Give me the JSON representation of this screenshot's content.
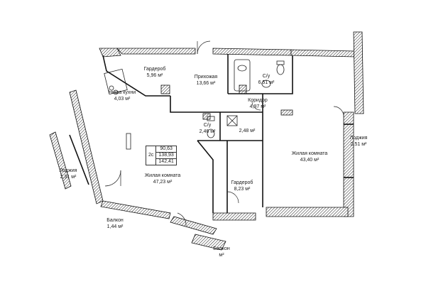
{
  "apartment": {
    "code": "2с",
    "areas": [
      "90,63",
      "138,93",
      "142,41"
    ]
  },
  "rooms": [
    {
      "id": "garderob-1",
      "name": "Гардероб",
      "area": "5,96",
      "unit": "м²"
    },
    {
      "id": "prihozhaya",
      "name": "Прихожая",
      "area": "13,66",
      "unit": "м²"
    },
    {
      "id": "su-1",
      "name": "С/у",
      "area": "6,51",
      "unit": "м²"
    },
    {
      "id": "koridor",
      "name": "Коридор",
      "area": "4,97",
      "unit": "м²"
    },
    {
      "id": "niche-kitchen",
      "name": "Ниша кухни",
      "area": "4,03",
      "unit": "м²"
    },
    {
      "id": "su-2",
      "name": "С/у",
      "area": "2,46",
      "unit": "м²"
    },
    {
      "id": "tech",
      "name": "",
      "area": "2,48",
      "unit": "м²"
    },
    {
      "id": "living-2",
      "name": "Жилая комната",
      "area": "43,40",
      "unit": "м²"
    },
    {
      "id": "loggia-right",
      "name": "Лоджия",
      "area": "2,51",
      "unit": "м²"
    },
    {
      "id": "loggia-left",
      "name": "Лоджия",
      "area": "2,31",
      "unit": "м²"
    },
    {
      "id": "living-1",
      "name": "Жилая комната",
      "area": "47,23",
      "unit": "м²"
    },
    {
      "id": "garderob-2",
      "name": "Гардероб",
      "area": "8,23",
      "unit": "м²"
    },
    {
      "id": "balcony-1",
      "name": "Балкон",
      "area": "1,44",
      "unit": "м²"
    },
    {
      "id": "balcony-2",
      "name": "Балкон",
      "area": "",
      "unit": "м²"
    }
  ]
}
